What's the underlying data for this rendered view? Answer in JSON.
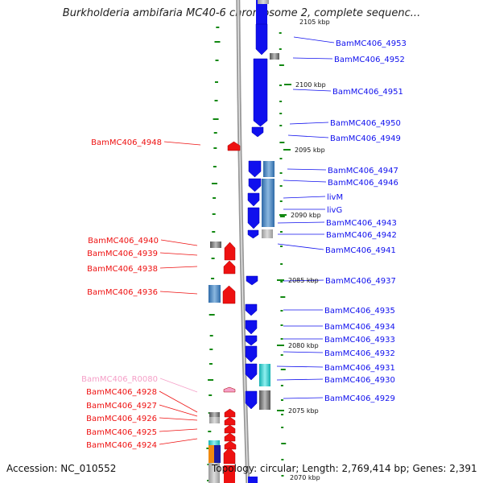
{
  "title": "Burkholderia ambifaria MC40-6 chromosome 2, complete sequenc...",
  "footer": {
    "accession": "Accession: NC_010552",
    "topology": "Topology: circular; Length: 2,769,414 bp; Genes: 2,391"
  },
  "colors": {
    "forward": "#1010ee",
    "reverse": "#ee1111",
    "rna": "#f5a0c8",
    "backbone": "#999999",
    "gc_marker": "#118811",
    "light_blue": "#4a86c0",
    "gray": "#888888",
    "cyan": "#22cccc"
  },
  "ticks": [
    "2100 kbp",
    "2095 kbp",
    "2090 kbp",
    "2085 kbp",
    "2080 kbp",
    "2075 kbp"
  ],
  "forward_labels": [
    "BamMC406_4953",
    "BamMC406_4952",
    "BamMC406_4951",
    "BamMC406_4950",
    "BamMC406_4949",
    "BamMC406_4947",
    "BamMC406_4946",
    "livM",
    "livG",
    "BamMC406_4943",
    "BamMC406_4942",
    "BamMC406_4941",
    "BamMC406_4937",
    "BamMC406_4935",
    "BamMC406_4934",
    "BamMC406_4933",
    "BamMC406_4932",
    "BamMC406_4931",
    "BamMC406_4930",
    "BamMC406_4929"
  ],
  "reverse_labels": [
    "BamMC406_4948",
    "BamMC406_4940",
    "BamMC406_4939",
    "BamMC406_4938",
    "BamMC406_4936",
    "BamMC406_4928",
    "BamMC406_4927",
    "BamMC406_4926",
    "BamMC406_4925",
    "BamMC406_4924"
  ],
  "rna_labels": [
    "BamMC406_R0080"
  ]
}
